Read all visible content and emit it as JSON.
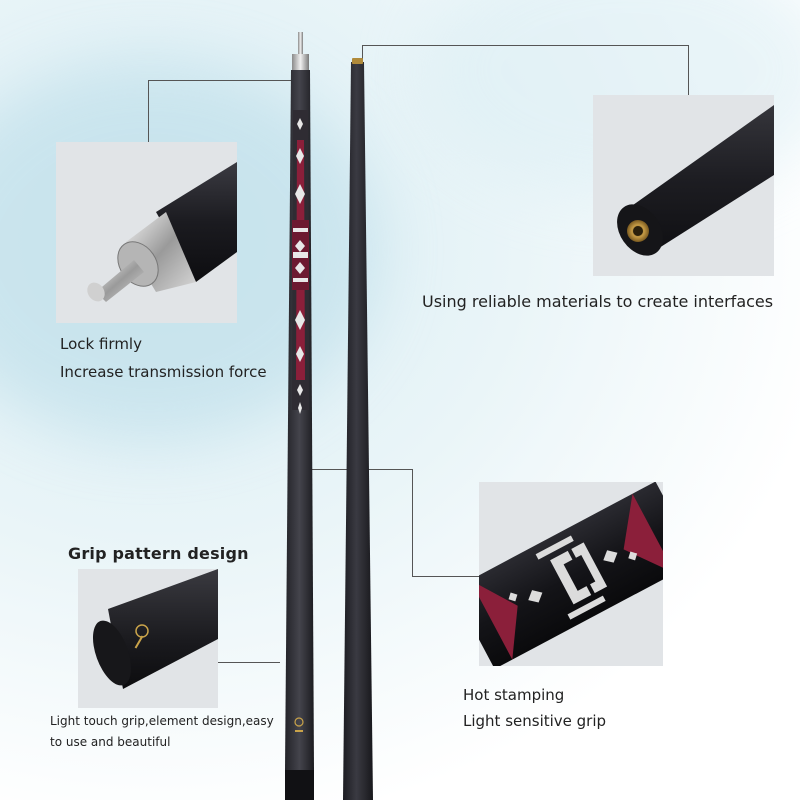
{
  "callouts": {
    "joint": {
      "line1": "Lock firmly",
      "line2": "Increase transmission force"
    },
    "interface": {
      "text": "Using reliable materials to create interfaces"
    },
    "grip": {
      "title": "Grip pattern design",
      "desc": "Light touch grip,element design,easy to use and beautiful"
    },
    "stamping": {
      "line1": "Hot stamping",
      "line2": "Light sensitive grip"
    }
  },
  "colors": {
    "cue_body": "#2a2a30",
    "inlay_red": "#8b1f3a",
    "inlay_white": "#e8e8e8",
    "brass": "#b08a3a"
  }
}
